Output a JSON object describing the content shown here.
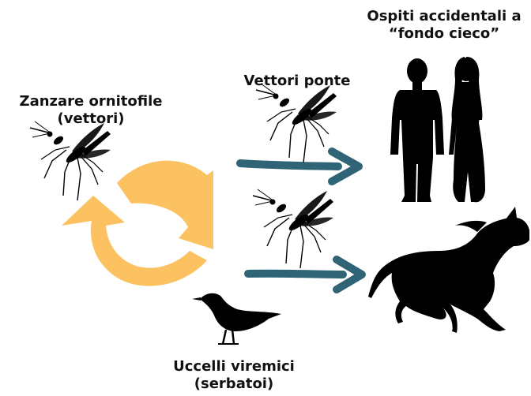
{
  "labels": {
    "hosts": {
      "line1": "Ospiti accidentali a",
      "line2": "“fondo cieco”"
    },
    "bridge": {
      "line1": "Vettori ponte"
    },
    "vectors": {
      "line1": "Zanzare ornitofile",
      "line2": "(vettori)"
    },
    "birds": {
      "line1": "Uccelli viremici",
      "line2": "(serbatoi)"
    }
  },
  "colors": {
    "cycle": "#FCC160",
    "arrow": "#2F6476",
    "silhouette": "#000000",
    "text": "#111111"
  },
  "icons": [
    "mosquito-icon",
    "bird-icon",
    "human-icon",
    "horse-icon"
  ]
}
